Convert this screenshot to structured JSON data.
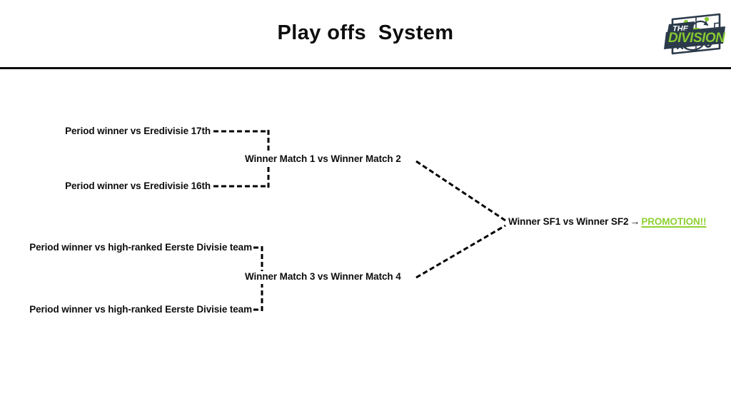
{
  "header": {
    "title": "Play offs  System",
    "rule_color": "#0a0a0a"
  },
  "logo": {
    "name": "the-division-logo",
    "top_word": "THE",
    "main_word": "DIVISION",
    "board_color": "#2b3a4a",
    "accent_color": "#86c832"
  },
  "bracket": {
    "round1": [
      {
        "label": "Period winner vs Eredivisie 17th"
      },
      {
        "label": "Period winner vs Eredivisie 16th"
      },
      {
        "label": "Period winner vs high-ranked Eerste Divisie team"
      },
      {
        "label": "Period winner vs high-ranked Eerste Divisie team"
      }
    ],
    "semifinals": [
      {
        "label": "Winner Match 1 vs Winner Match 2"
      },
      {
        "label": "Winner Match 3 vs Winner Match 4"
      }
    ],
    "final": {
      "label": "Winner SF1 vs Winner SF2",
      "arrow": "→",
      "outcome": "PROMOTION!!",
      "outcome_color": "#8ed130"
    },
    "line_style": "dashed",
    "line_color": "#000000"
  }
}
